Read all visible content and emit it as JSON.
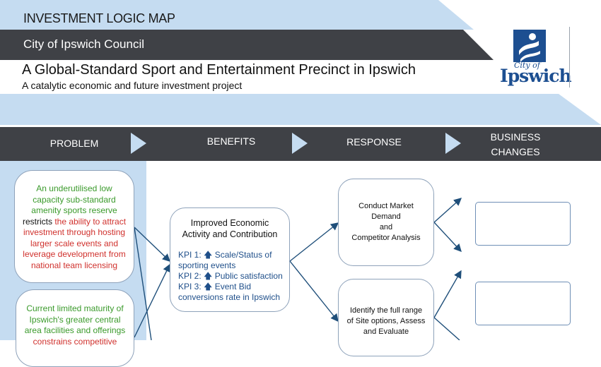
{
  "header": {
    "map_title": "INVESTMENT LOGIC MAP",
    "council": "City of Ipswich Council",
    "project_title": "A Global-Standard Sport and Entertainment Precinct in Ipswich",
    "project_subtitle": "A catalytic economic and future investment project"
  },
  "logo": {
    "city": "City of",
    "name": "Ipswich",
    "icon": "ipswich-crest-icon"
  },
  "columns": [
    "PROBLEM",
    "BENEFITS",
    "RESPONSE",
    "BUSINESS",
    "CHANGES"
  ],
  "problems": {
    "p1": {
      "green": "An underutilised low capacity sub-standard amenity sports reserve",
      "dark": "restricts",
      "red1": "the ability to attract investment through hosting larger scale events and leverage development from national team licensing"
    },
    "p2": {
      "green": "Current limited maturity of Ipswich's greater central area facilities and offerings",
      "red": "constrains competitive"
    }
  },
  "benefit": {
    "title1": "Improved Economic",
    "title2": "Activity and Contribution",
    "kpi1_label": "KPI 1:",
    "kpi1_text": "Scale/Status of",
    "kpi1_text2": "sporting events",
    "kpi2_label": "KPI 2:",
    "kpi2_text": "Public satisfaction",
    "kpi3_label": "KPI 3:",
    "kpi3_text": "Event Bid",
    "kpi3_text2": "conversions rate in Ipswich"
  },
  "responses": {
    "r1_l1": "Conduct Market",
    "r1_l2": "Demand",
    "r1_l3": "and",
    "r1_l4": "Competitor Analysis",
    "r2_l1": "Identify the full range",
    "r2_l2": "of Site options, Assess",
    "r2_l3": "and Evaluate"
  },
  "colors": {
    "banner_light": "#c5dcf1",
    "bar_dark": "#3f4146",
    "arrow_blue": "#1f4f7a",
    "kpi_blue": "#1f4f8a",
    "green_text": "#3a9a2b",
    "red_text": "#d0312d",
    "brand_blue": "#1d4f91"
  }
}
